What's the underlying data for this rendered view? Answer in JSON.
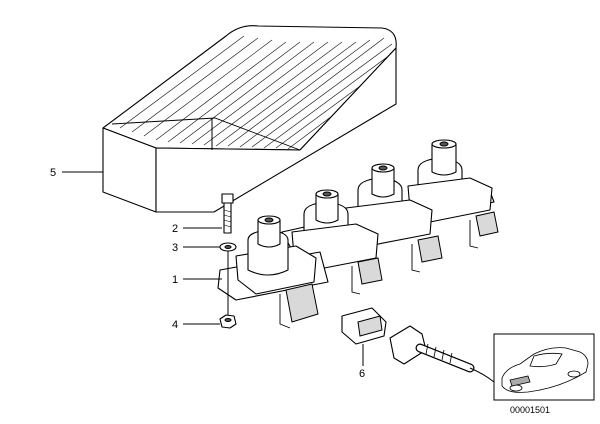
{
  "callouts": {
    "c5": "5",
    "c2": "2",
    "c3": "3",
    "c1": "1",
    "c4": "4",
    "c6": "6"
  },
  "reference_number": "00001501"
}
